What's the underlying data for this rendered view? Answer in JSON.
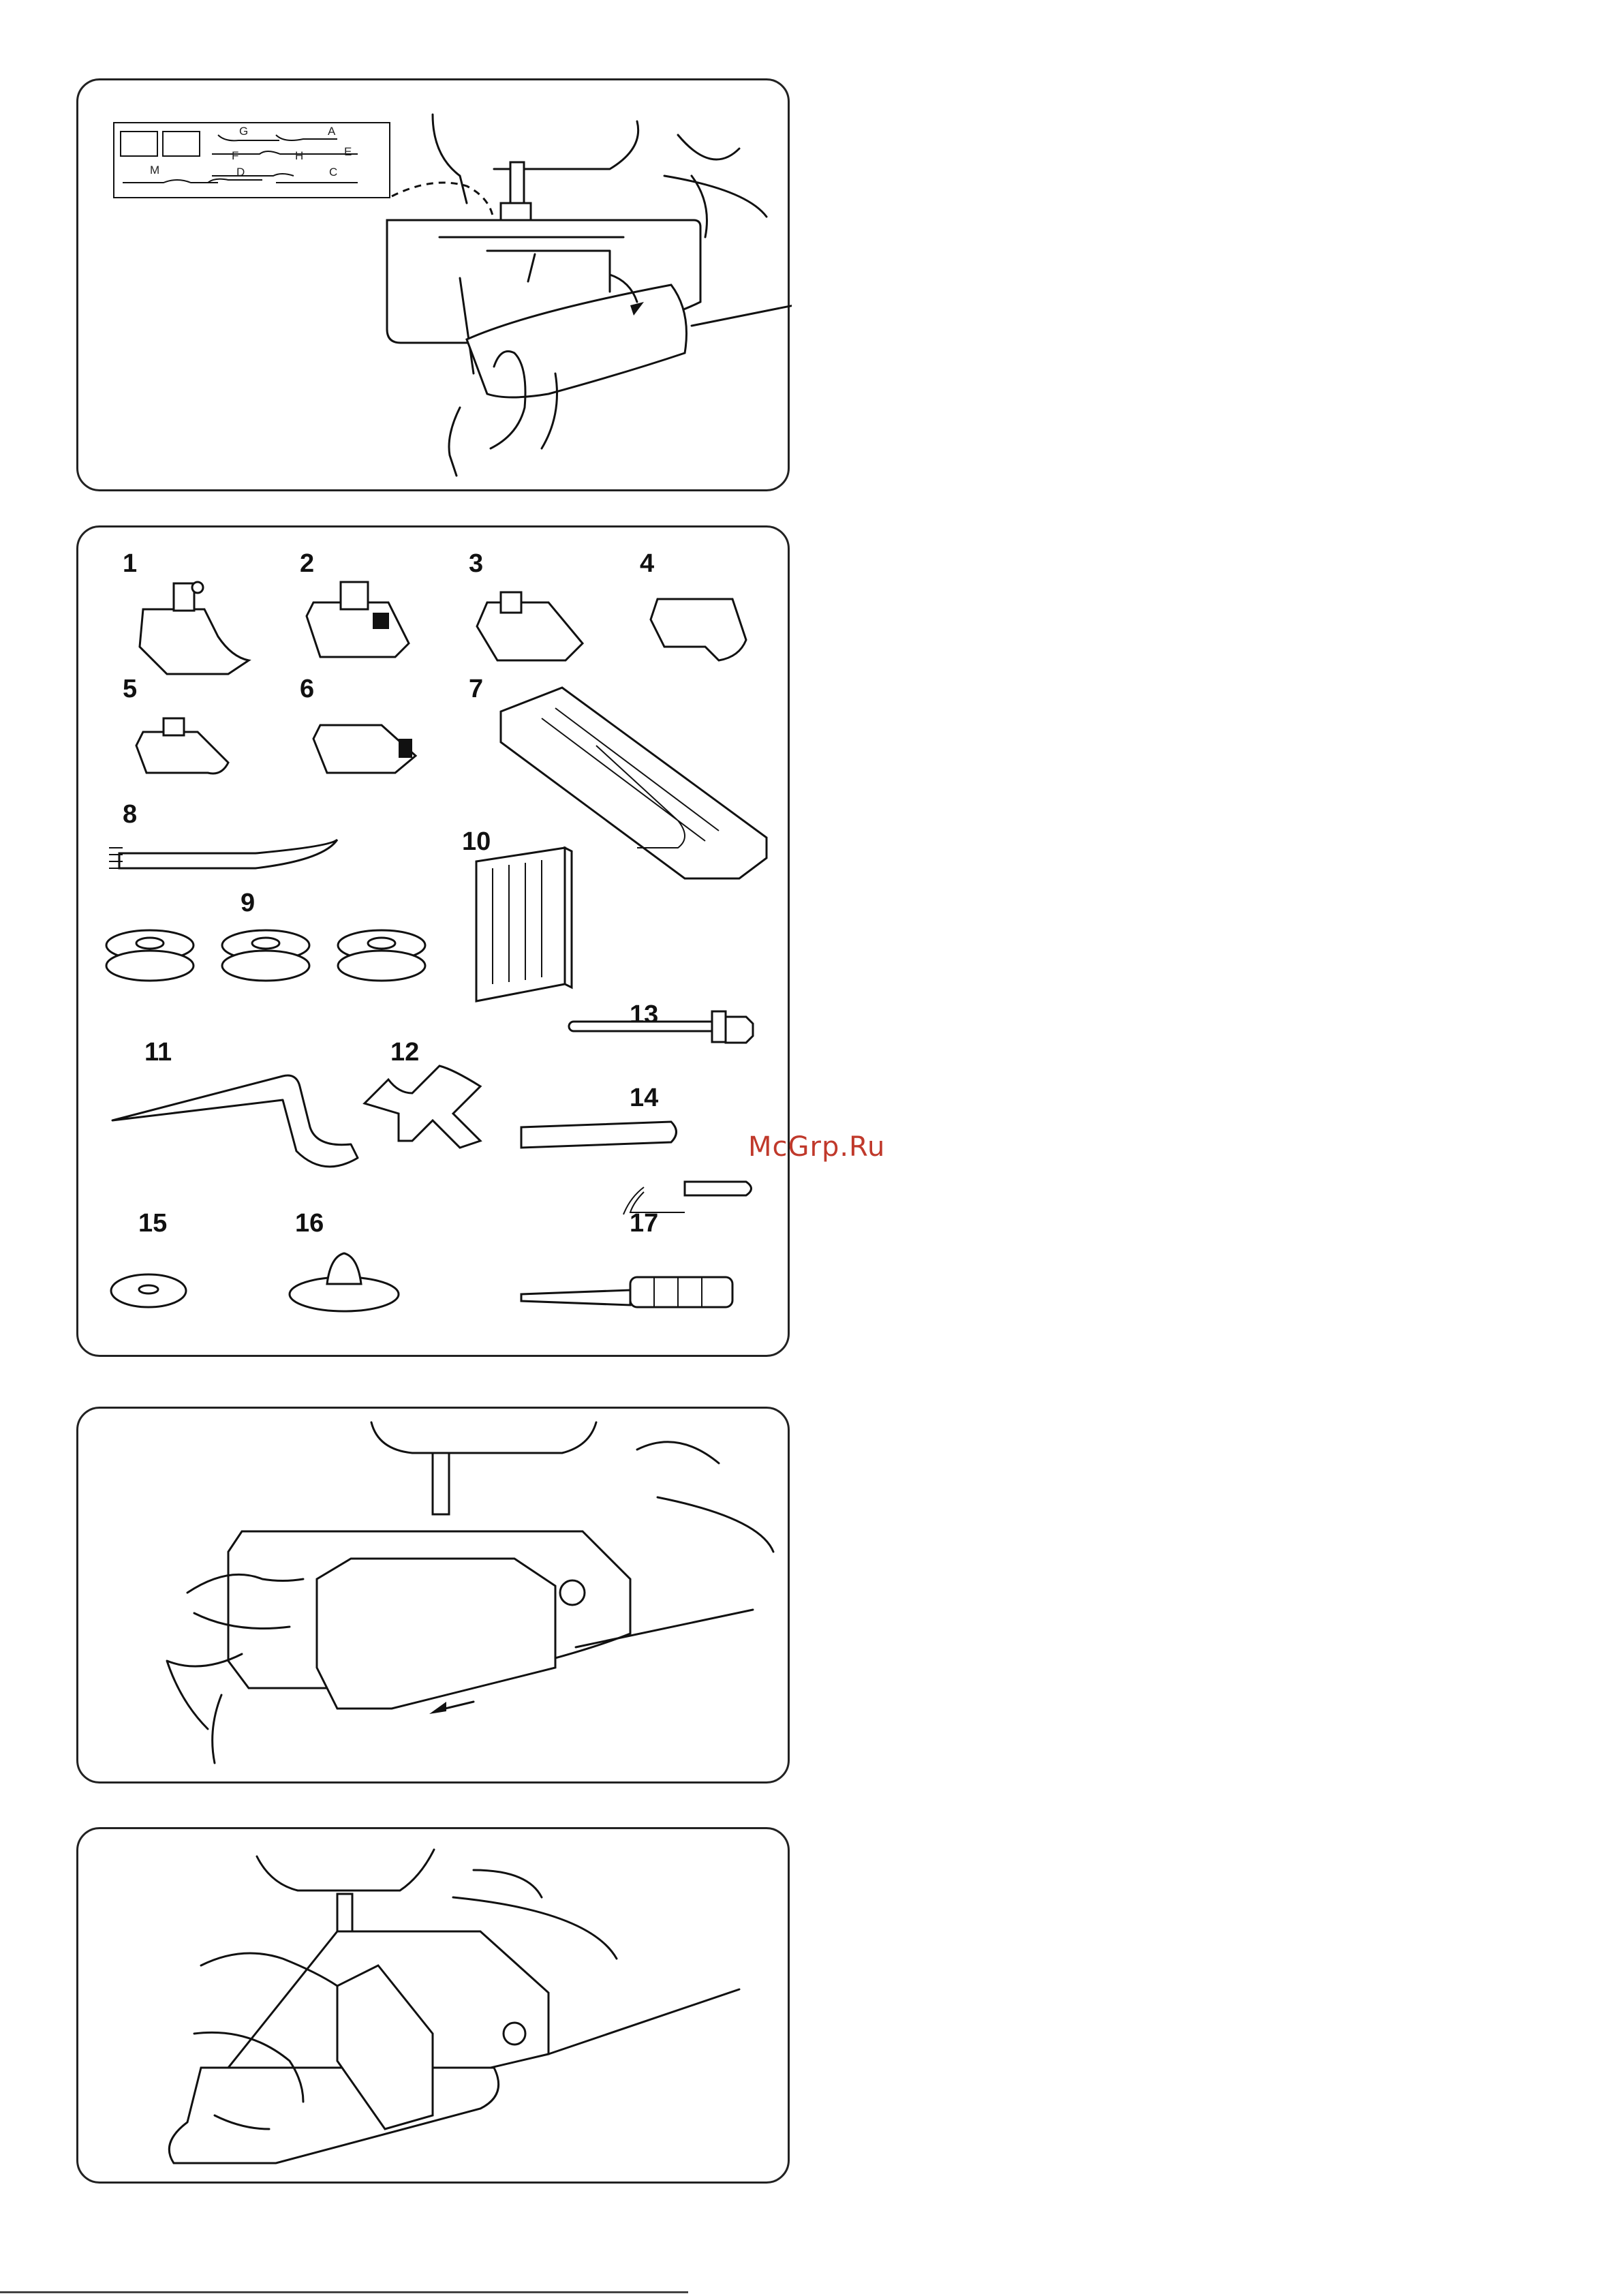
{
  "panel1": {
    "foot_chart_labels": [
      "G",
      "A",
      "F",
      "H",
      "E",
      "M",
      "D",
      "C"
    ]
  },
  "panel2": {
    "accessory_numbers": [
      "1",
      "2",
      "3",
      "4",
      "5",
      "6",
      "7",
      "8",
      "9",
      "10",
      "11",
      "12",
      "13",
      "14",
      "15",
      "16",
      "17"
    ]
  },
  "watermark": "McGrp.Ru"
}
